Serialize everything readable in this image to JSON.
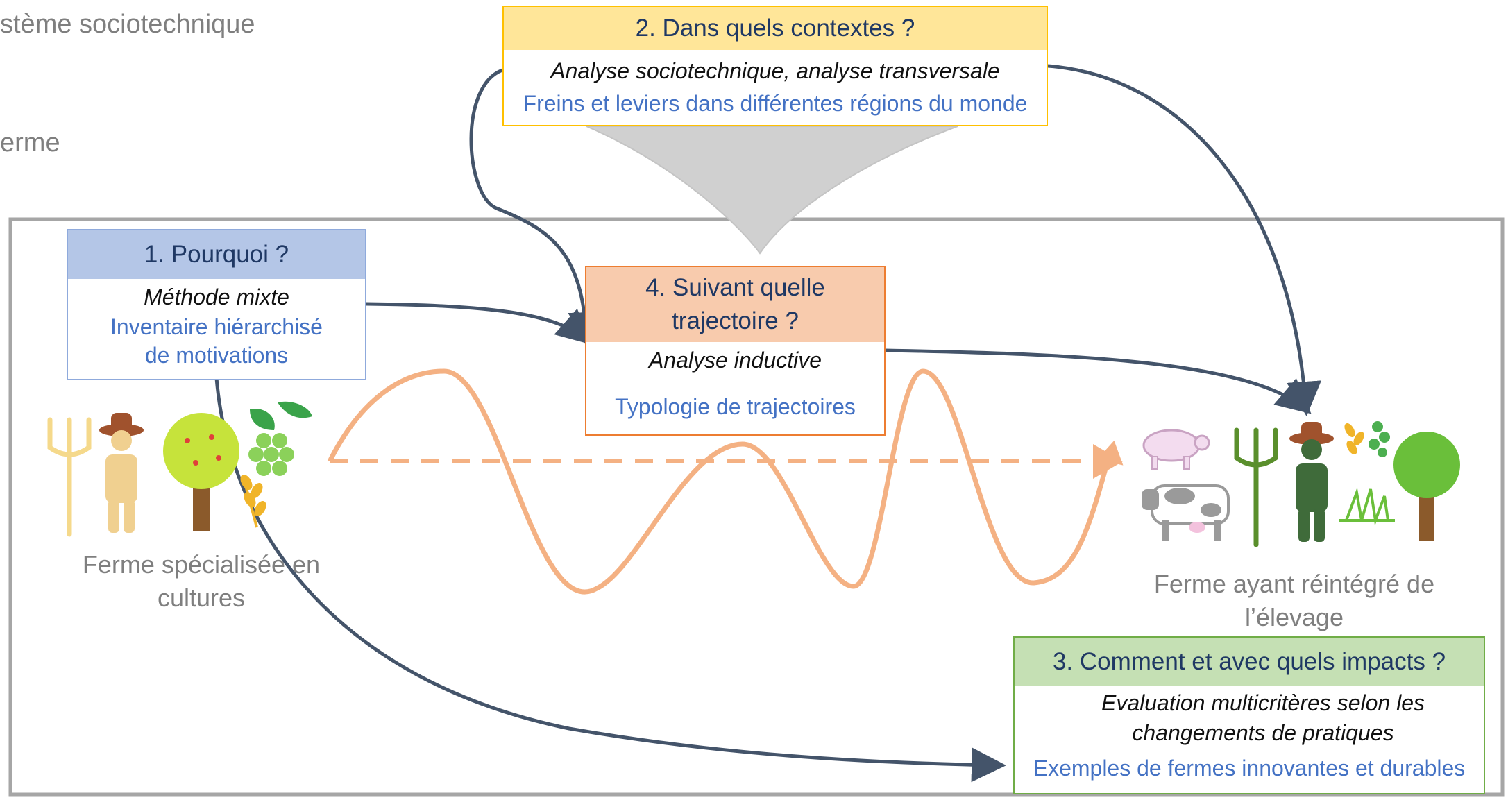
{
  "context": {
    "sociotechnical_label": "stème sociotechnique",
    "farm_label": "erme"
  },
  "boxes": {
    "why": {
      "title": "1. Pourquoi ?",
      "method": "Méthode mixte",
      "result_line1": "Inventaire hiérarchisé",
      "result_line2": "de motivations"
    },
    "contexts": {
      "title": "2. Dans quels contextes ?",
      "method": "Analyse sociotechnique, analyse transversale",
      "result": "Freins et leviers dans différentes régions du monde"
    },
    "impacts": {
      "title": "3. Comment et avec quels impacts ?",
      "method_line1": "Evaluation multicritères selon les",
      "method_line2": "changements de pratiques",
      "result": "Exemples de fermes innovantes et durables"
    },
    "trajectory": {
      "title_line1": "4. Suivant quelle",
      "title_line2": "trajectoire ?",
      "method": "Analyse inductive",
      "result": "Typologie de trajectoires"
    }
  },
  "farms": {
    "start": {
      "caption_line1": "Ferme spécialisée en",
      "caption_line2": "cultures"
    },
    "end": {
      "caption_line1": "Ferme ayant réintégré de",
      "caption_line2": "l’élevage"
    }
  },
  "colors": {
    "why_header": "#b4c6e7",
    "why_border": "#8faadc",
    "contexts_header": "#ffe699",
    "contexts_border": "#ffc000",
    "impacts_header": "#c5e0b4",
    "impacts_border": "#70ad47",
    "trajectory_header": "#f8cbad",
    "trajectory_border": "#ed7d31",
    "arrow": "#44546a",
    "trajectory_line": "#f4b183",
    "frame": "#a6a6a6",
    "result_text": "#4472c4"
  }
}
